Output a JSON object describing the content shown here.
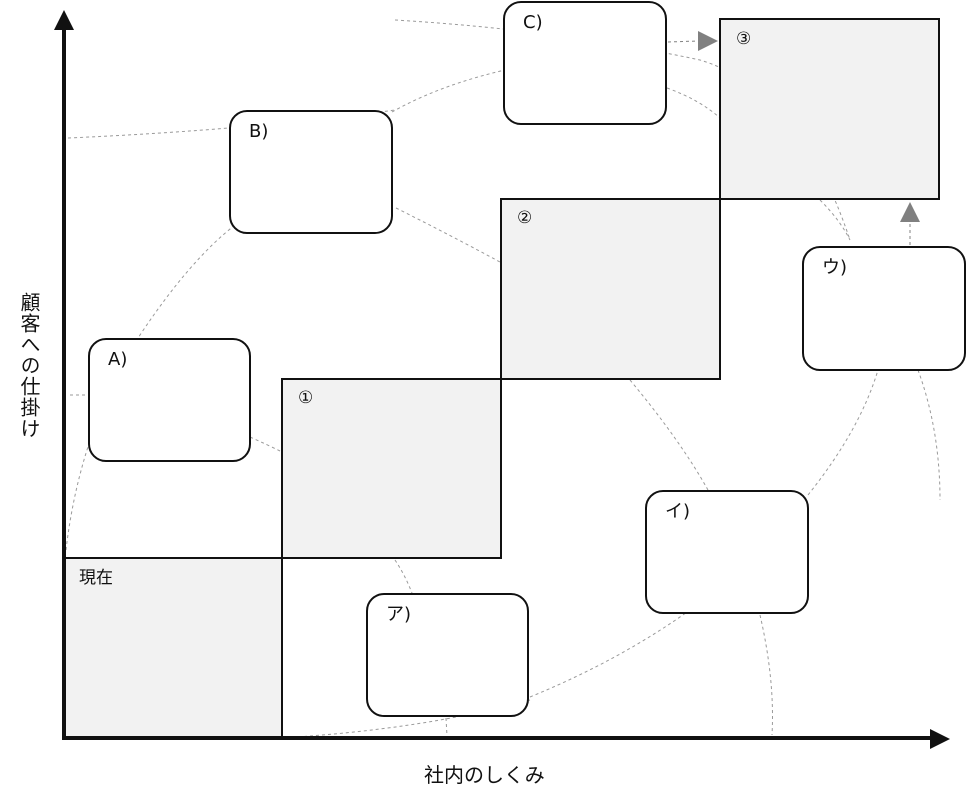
{
  "axes": {
    "y_label": "顧客への仕掛け",
    "x_label": "社内のしくみ"
  },
  "steps": [
    {
      "label": "現在"
    },
    {
      "label": "①"
    },
    {
      "label": "②"
    },
    {
      "label": "③"
    }
  ],
  "customer_boxes": [
    {
      "label": "A)"
    },
    {
      "label": "B)"
    },
    {
      "label": "C)"
    }
  ],
  "internal_boxes": [
    {
      "label": "ア)"
    },
    {
      "label": "イ)"
    },
    {
      "label": "ウ)"
    }
  ],
  "colors": {
    "step_fill": "#f2f2f2",
    "line": "#111111",
    "arrow_gray": "#808080",
    "dashed_arc": "#9a9a9a"
  }
}
